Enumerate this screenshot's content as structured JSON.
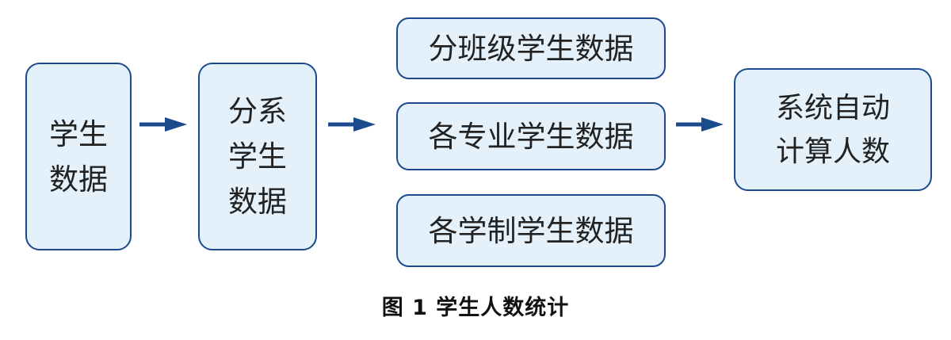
{
  "colors": {
    "box_fill": "#e4f1fa",
    "box_border": "#1b4b8c",
    "arrow": "#1b4b8c",
    "text": "#222222"
  },
  "boxes": {
    "students": "学生\n数据",
    "by_department": "分系\n学生\n数据",
    "by_class": "分班级学生数据",
    "by_major": "各专业学生数据",
    "by_system": "各学制学生数据",
    "auto_count": "系统自动\n计算人数"
  },
  "caption": "图 1  学生人数统计"
}
